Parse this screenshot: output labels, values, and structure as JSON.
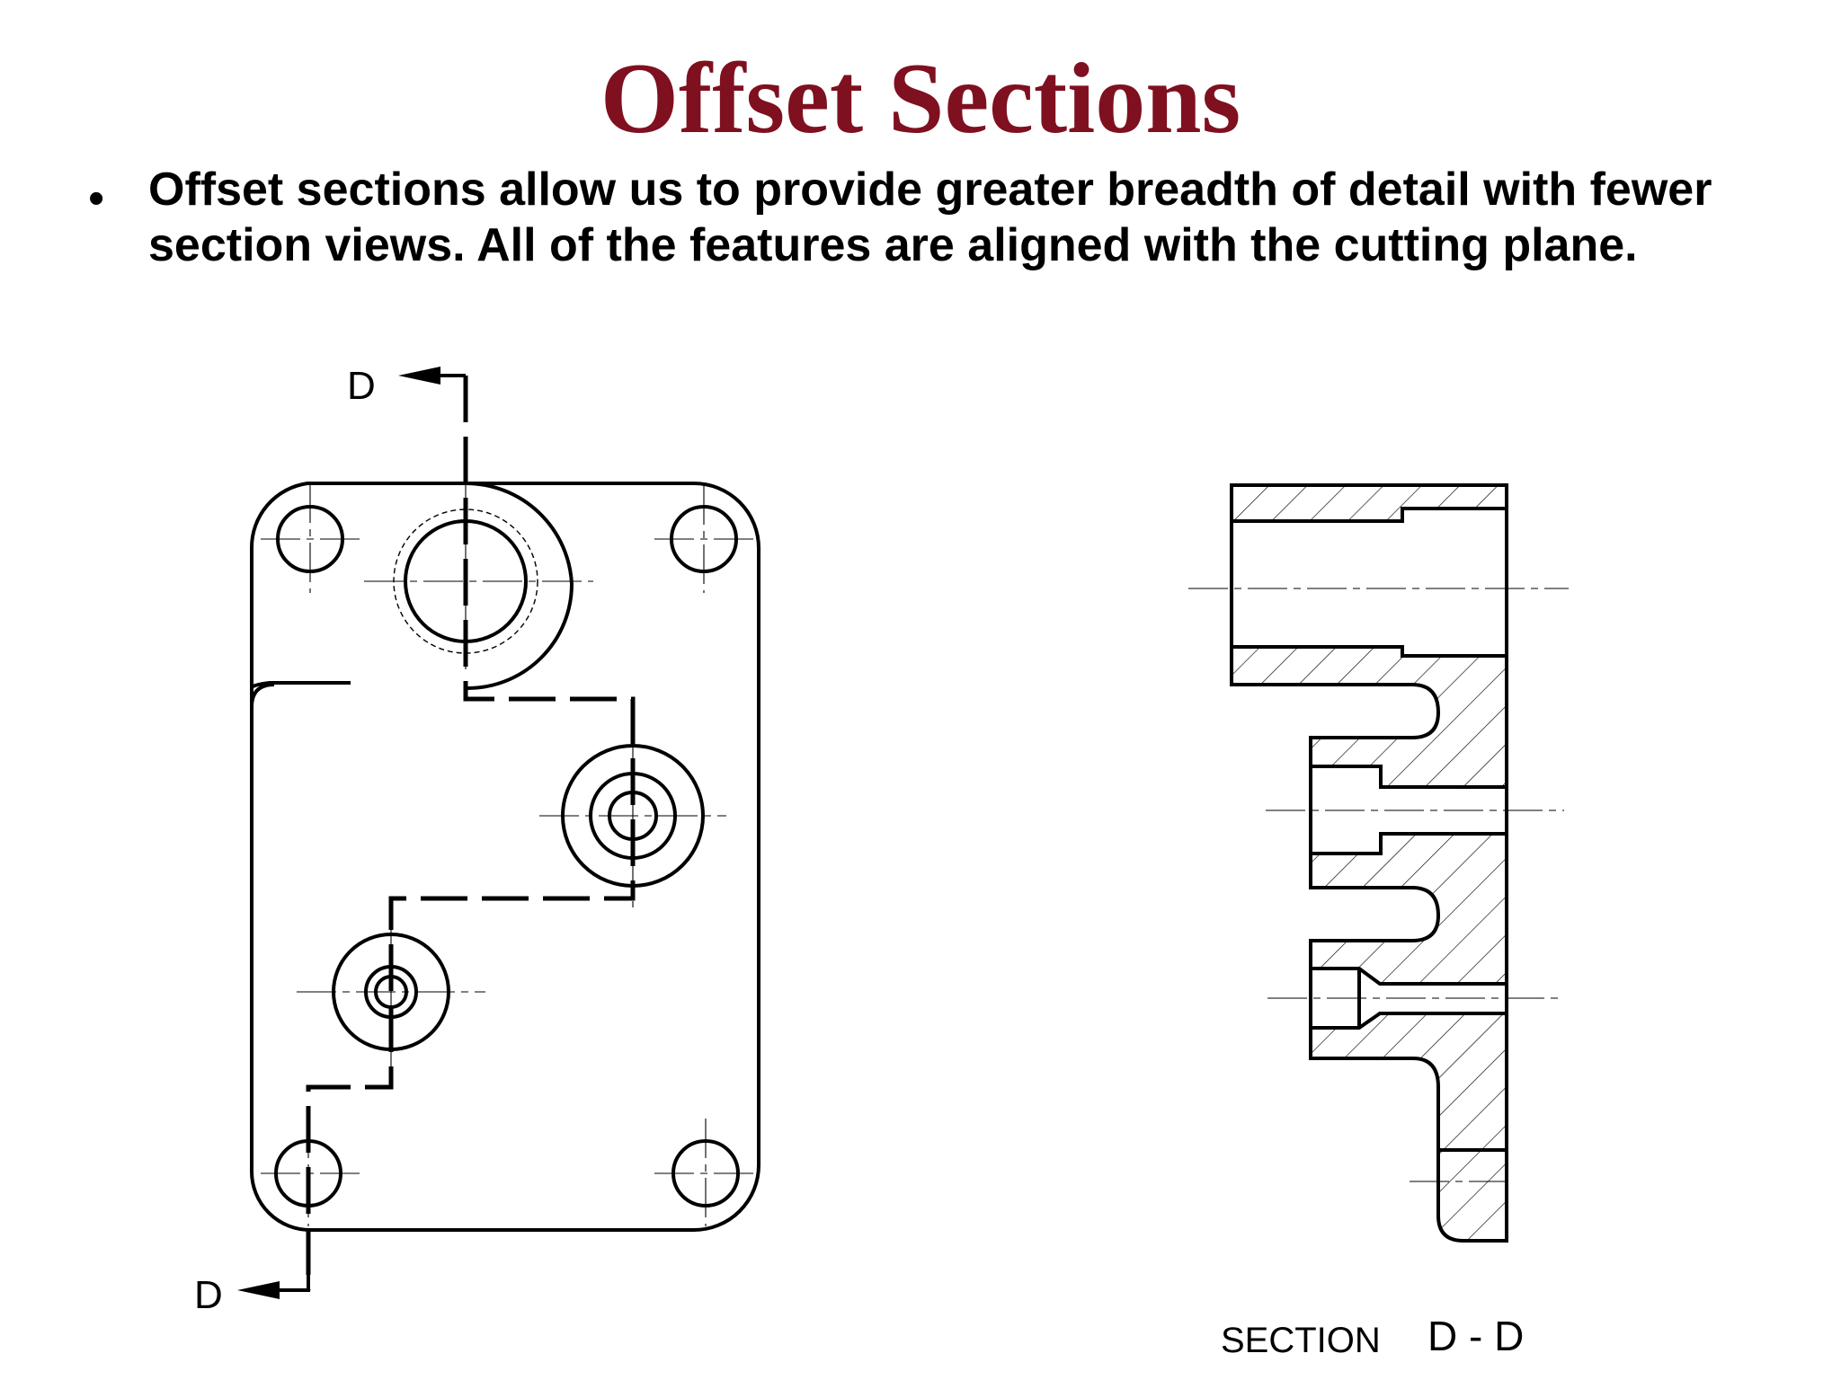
{
  "slide": {
    "title": "Offset Sections",
    "bullet": "Offset sections allow us to provide greater breadth of detail with fewer section views. All of the features are aligned with the cutting plane."
  },
  "front_view": {
    "cut_label_top": "D",
    "cut_label_bottom": "D"
  },
  "section_view": {
    "caption_word": "SECTION",
    "caption_id": "D - D"
  },
  "colors": {
    "title": "#7f1020",
    "text": "#000000",
    "background": "#ffffff"
  }
}
